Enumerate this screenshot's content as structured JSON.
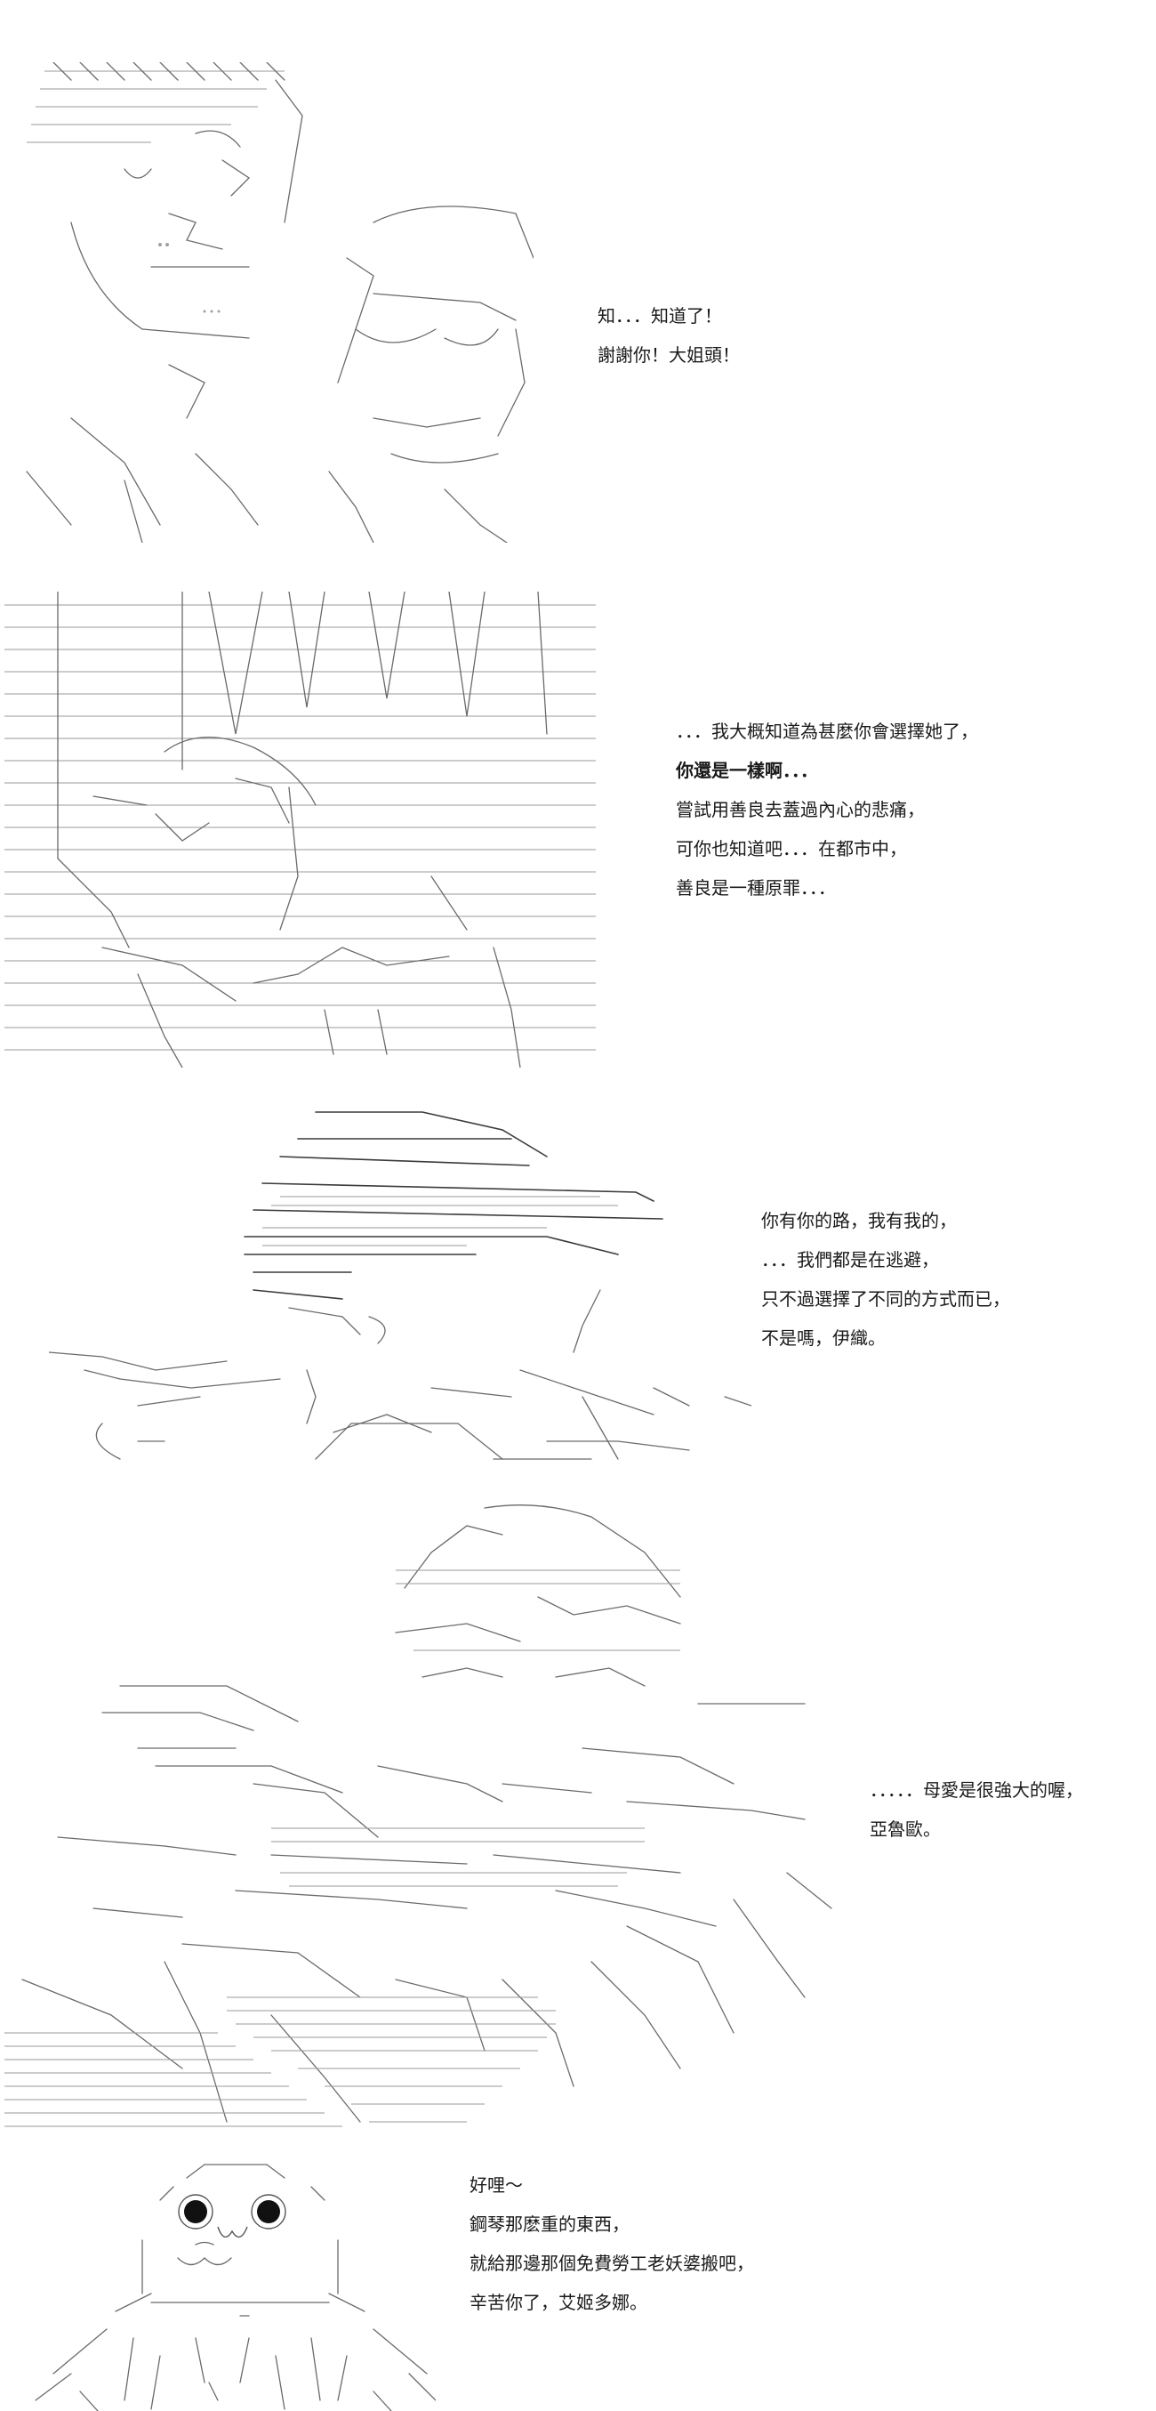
{
  "panels": [
    {
      "id": "panel-1",
      "lines": [
        "知．．．知道了！",
        "謝謝你！大姐頭！"
      ]
    },
    {
      "id": "panel-2",
      "lines": [
        "．．．我大概知道為甚麼你會選擇她了，",
        "你還是一樣啊．．．",
        "嘗試用善良去蓋過內心的悲痛，",
        "可你也知道吧．．．在都市中，",
        "善良是一種原罪．．．"
      ]
    },
    {
      "id": "panel-3",
      "lines": [
        "你有你的路，我有我的，",
        "．．．我們都是在逃避，",
        "只不過選擇了不同的方式而已，",
        "不是嗎，伊織。"
      ]
    },
    {
      "id": "panel-4",
      "lines": [
        "．．．．．母愛是很強大的喔，",
        "亞魯歐。"
      ]
    },
    {
      "id": "panel-5",
      "lines": [
        "好哩～",
        "鋼琴那麽重的東西，",
        "就給那邊那個免費勞工老妖婆搬吧，",
        "辛苦你了，艾姬多娜。"
      ]
    }
  ]
}
